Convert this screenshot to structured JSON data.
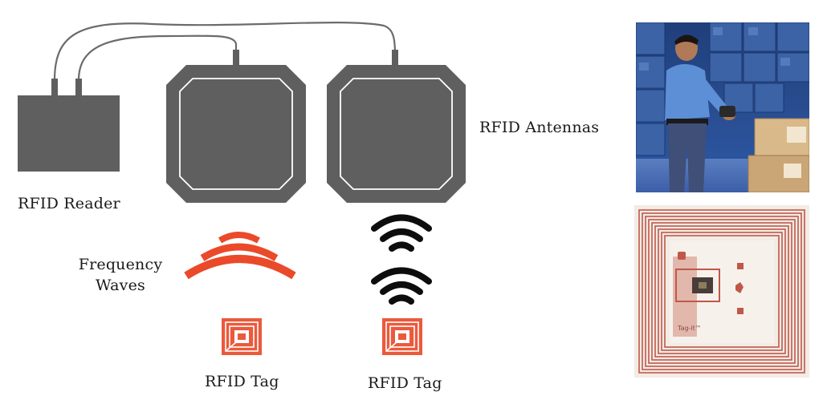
{
  "labels": {
    "reader": "RFID Reader",
    "antennas": "RFID Antennas",
    "frequency_line1": "Frequency",
    "frequency_line2": "Waves",
    "tag_left": "RFID Tag",
    "tag_right": "RFID Tag"
  },
  "photo_tag_inlay": {
    "chip_label": "Tag-it™"
  },
  "colors": {
    "device_gray": "#5f5f5f",
    "device_outline": "#ffffff",
    "wave_orange": "#ea4a2a",
    "wave_black": "#0d0d0d",
    "cable": "#6b6b6b",
    "tag_inlay_copper": "#c0584a"
  },
  "icons": {
    "reader": "rfid-reader-box",
    "antenna": "octagon-antenna-panel",
    "wave_orange": "signal-arc-icon",
    "wave_black": "wifi-icon",
    "tag": "rfid-tag-icon"
  }
}
